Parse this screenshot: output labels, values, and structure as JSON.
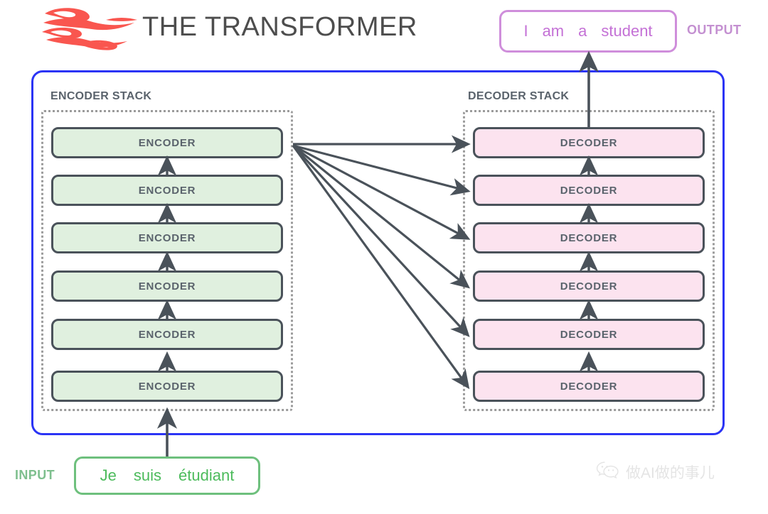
{
  "header": {
    "title": "THE TRANSFORMER",
    "logo_icon": "flame-logo-icon"
  },
  "output": {
    "label": "OUTPUT",
    "tokens": [
      "I",
      "am",
      "a",
      "student"
    ],
    "border_color": "#cf8edb",
    "text_color": "#c471d6",
    "label_color": "#c490d1"
  },
  "input": {
    "label": "INPUT",
    "tokens": [
      "Je",
      "suis",
      "étudiant"
    ],
    "border_color": "#6ec07d",
    "text_color": "#4cbb5c",
    "label_color": "#7ebf8e"
  },
  "model": {
    "container_border_color": "#2b34f5",
    "encoder_stack": {
      "label": "ENCODER STACK",
      "layers": [
        {
          "label": "ENCODER"
        },
        {
          "label": "ENCODER"
        },
        {
          "label": "ENCODER"
        },
        {
          "label": "ENCODER"
        },
        {
          "label": "ENCODER"
        },
        {
          "label": "ENCODER"
        }
      ],
      "fill_color": "#e0f0df",
      "border_color": "#4a525a"
    },
    "decoder_stack": {
      "label": "DECODER STACK",
      "layers": [
        {
          "label": "DECODER"
        },
        {
          "label": "DECODER"
        },
        {
          "label": "DECODER"
        },
        {
          "label": "DECODER"
        },
        {
          "label": "DECODER"
        },
        {
          "label": "DECODER"
        }
      ],
      "fill_color": "#fce3ef",
      "border_color": "#4a525a"
    },
    "cross_attention_arrow_count": 6,
    "arrow_color": "#4a525a"
  },
  "watermark": {
    "text": "做AI做的事儿",
    "icon": "wechat-icon"
  }
}
